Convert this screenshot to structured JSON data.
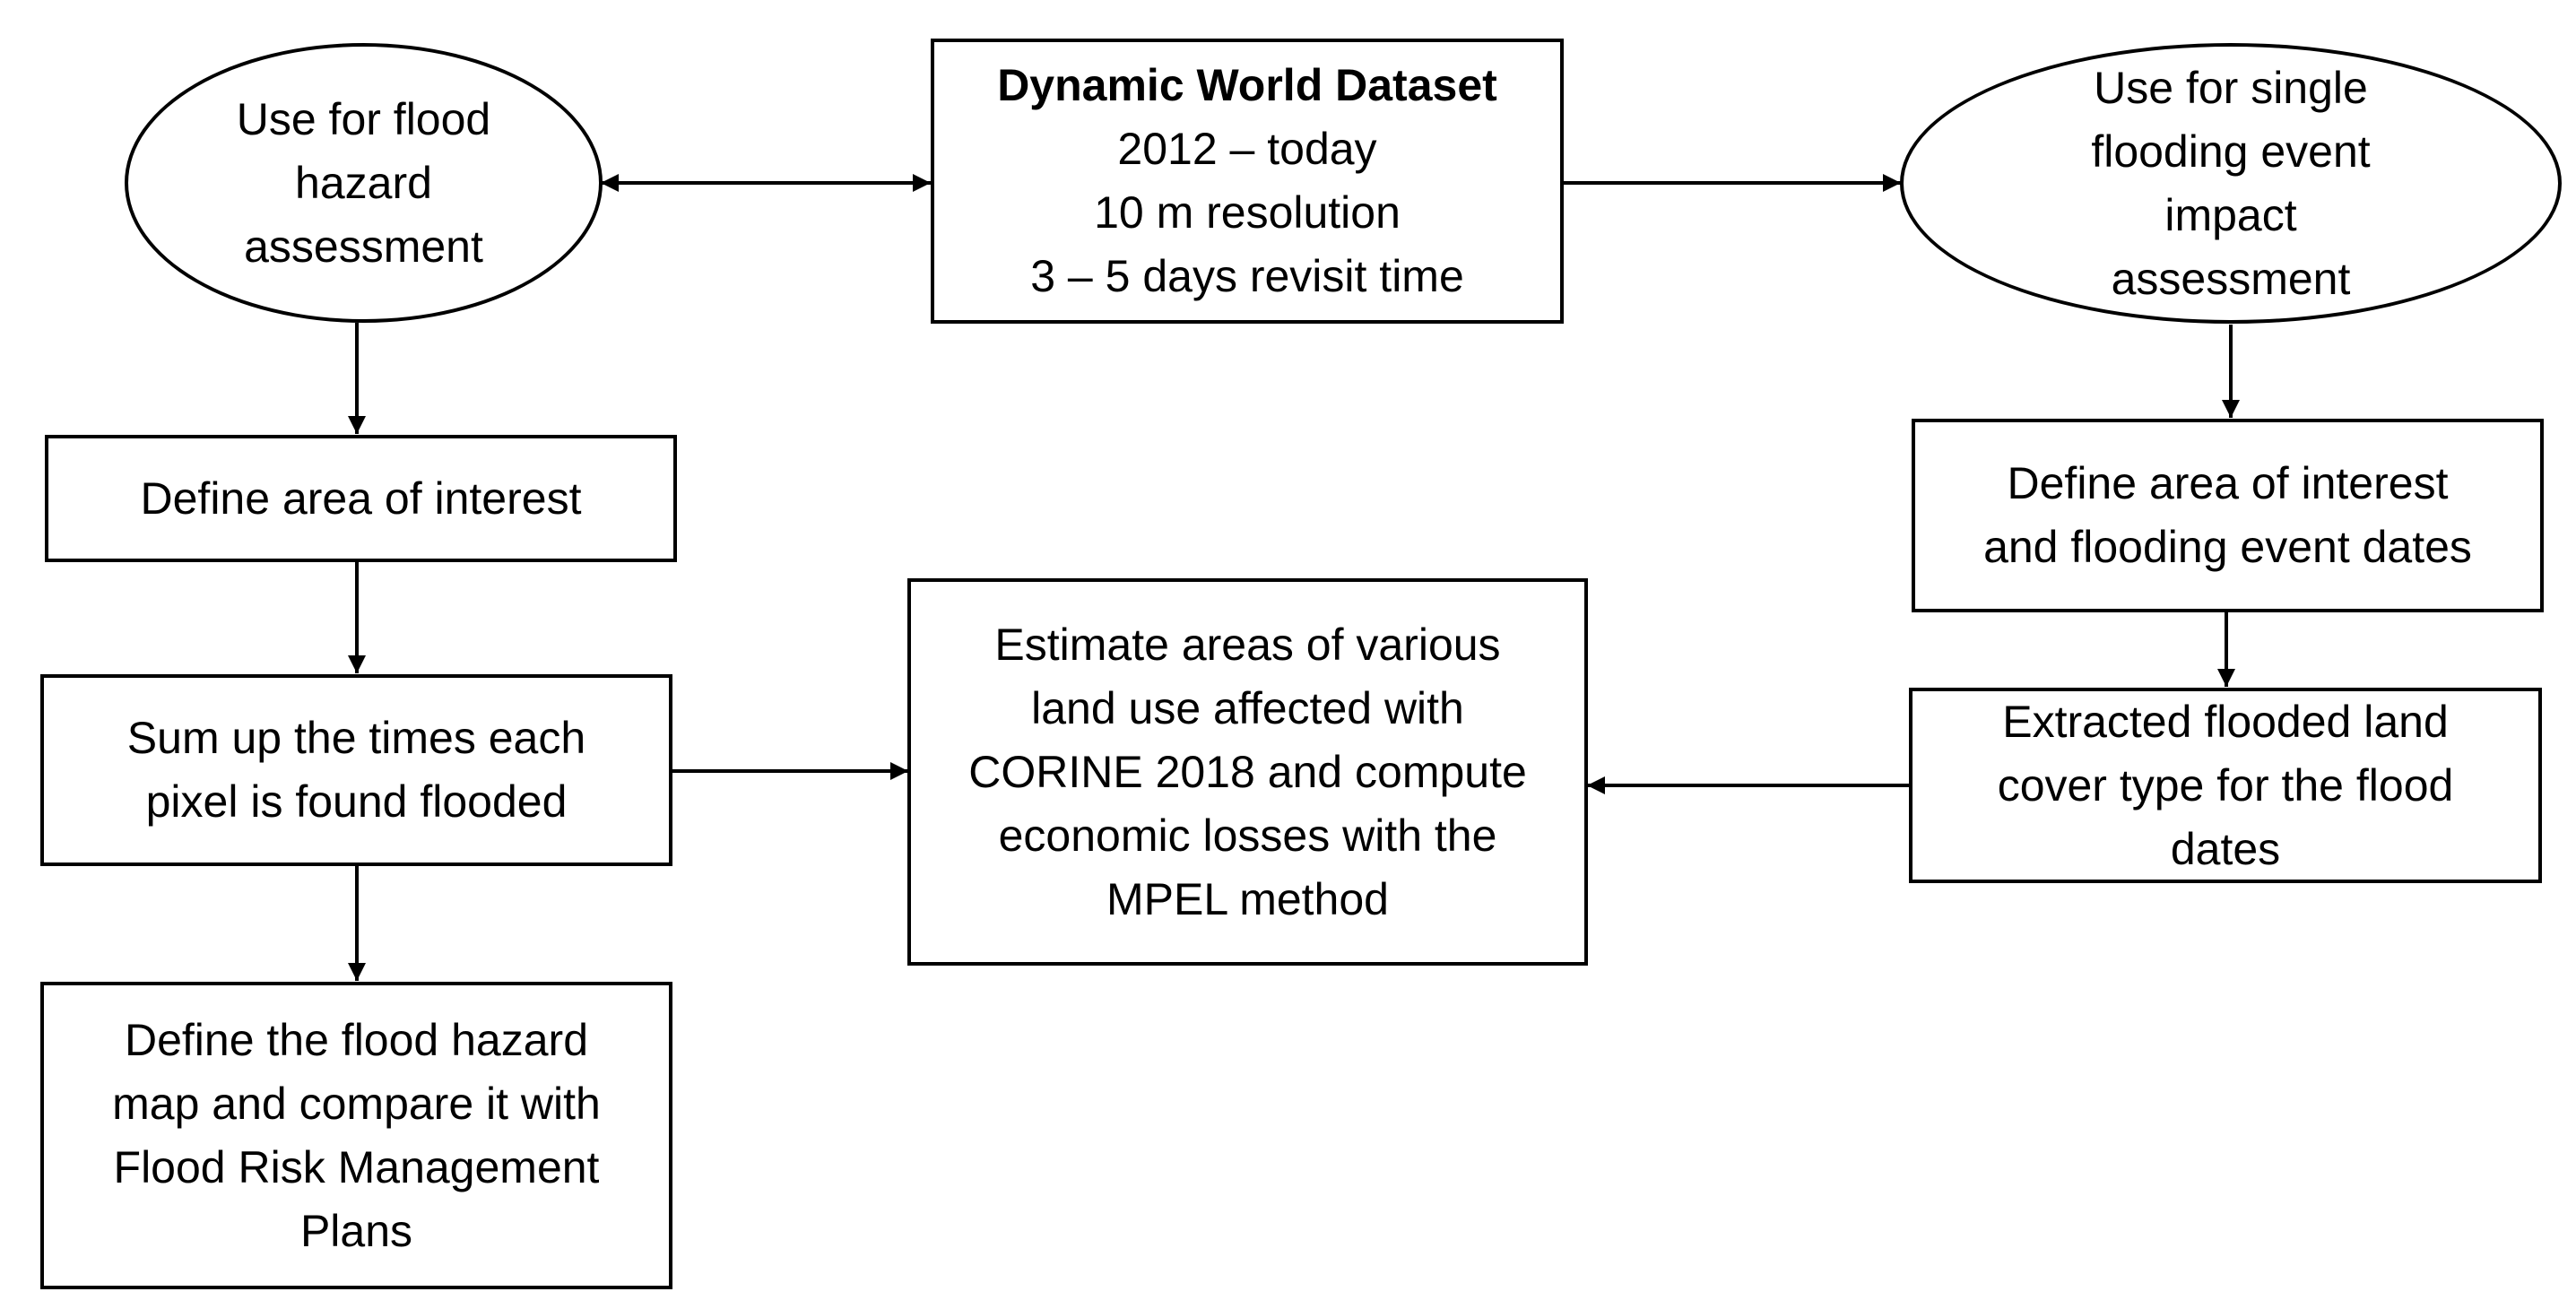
{
  "nodes": {
    "dataset": {
      "title": "Dynamic World Dataset",
      "lines": [
        "2012 – today",
        "10 m resolution",
        "3 – 5 days revisit time"
      ]
    },
    "hazard_use": {
      "lines": [
        "Use for flood",
        "hazard",
        "assessment"
      ]
    },
    "event_use": {
      "lines": [
        "Use for single",
        "flooding event",
        "impact",
        "assessment"
      ]
    },
    "left_aoi": {
      "lines": [
        "Define area of interest"
      ]
    },
    "sum_up": {
      "lines": [
        "Sum up the times each",
        "pixel is found flooded"
      ]
    },
    "hazard_map": {
      "lines": [
        "Define the flood hazard",
        "map and compare it with",
        "Flood Risk Management",
        "Plans"
      ]
    },
    "estimate": {
      "lines": [
        "Estimate areas of various",
        "land use affected with",
        "CORINE 2018 and compute",
        "economic losses with the",
        "MPEL method"
      ]
    },
    "right_aoi": {
      "lines": [
        "Define area of interest",
        "and flooding event dates"
      ]
    },
    "extracted": {
      "lines": [
        "Extracted flooded land",
        "cover type for the flood",
        "dates"
      ]
    }
  },
  "connectors": [
    {
      "from": "dataset",
      "to": "hazard_use",
      "bidirectional": true
    },
    {
      "from": "dataset",
      "to": "event_use",
      "bidirectional": false
    },
    {
      "from": "hazard_use",
      "to": "left_aoi",
      "bidirectional": false
    },
    {
      "from": "left_aoi",
      "to": "sum_up",
      "bidirectional": false
    },
    {
      "from": "sum_up",
      "to": "hazard_map",
      "bidirectional": false
    },
    {
      "from": "sum_up",
      "to": "estimate",
      "bidirectional": false
    },
    {
      "from": "event_use",
      "to": "right_aoi",
      "bidirectional": false
    },
    {
      "from": "right_aoi",
      "to": "extracted",
      "bidirectional": false
    },
    {
      "from": "extracted",
      "to": "estimate",
      "bidirectional": false
    }
  ],
  "colors": {
    "stroke": "#000000",
    "background": "#ffffff"
  }
}
